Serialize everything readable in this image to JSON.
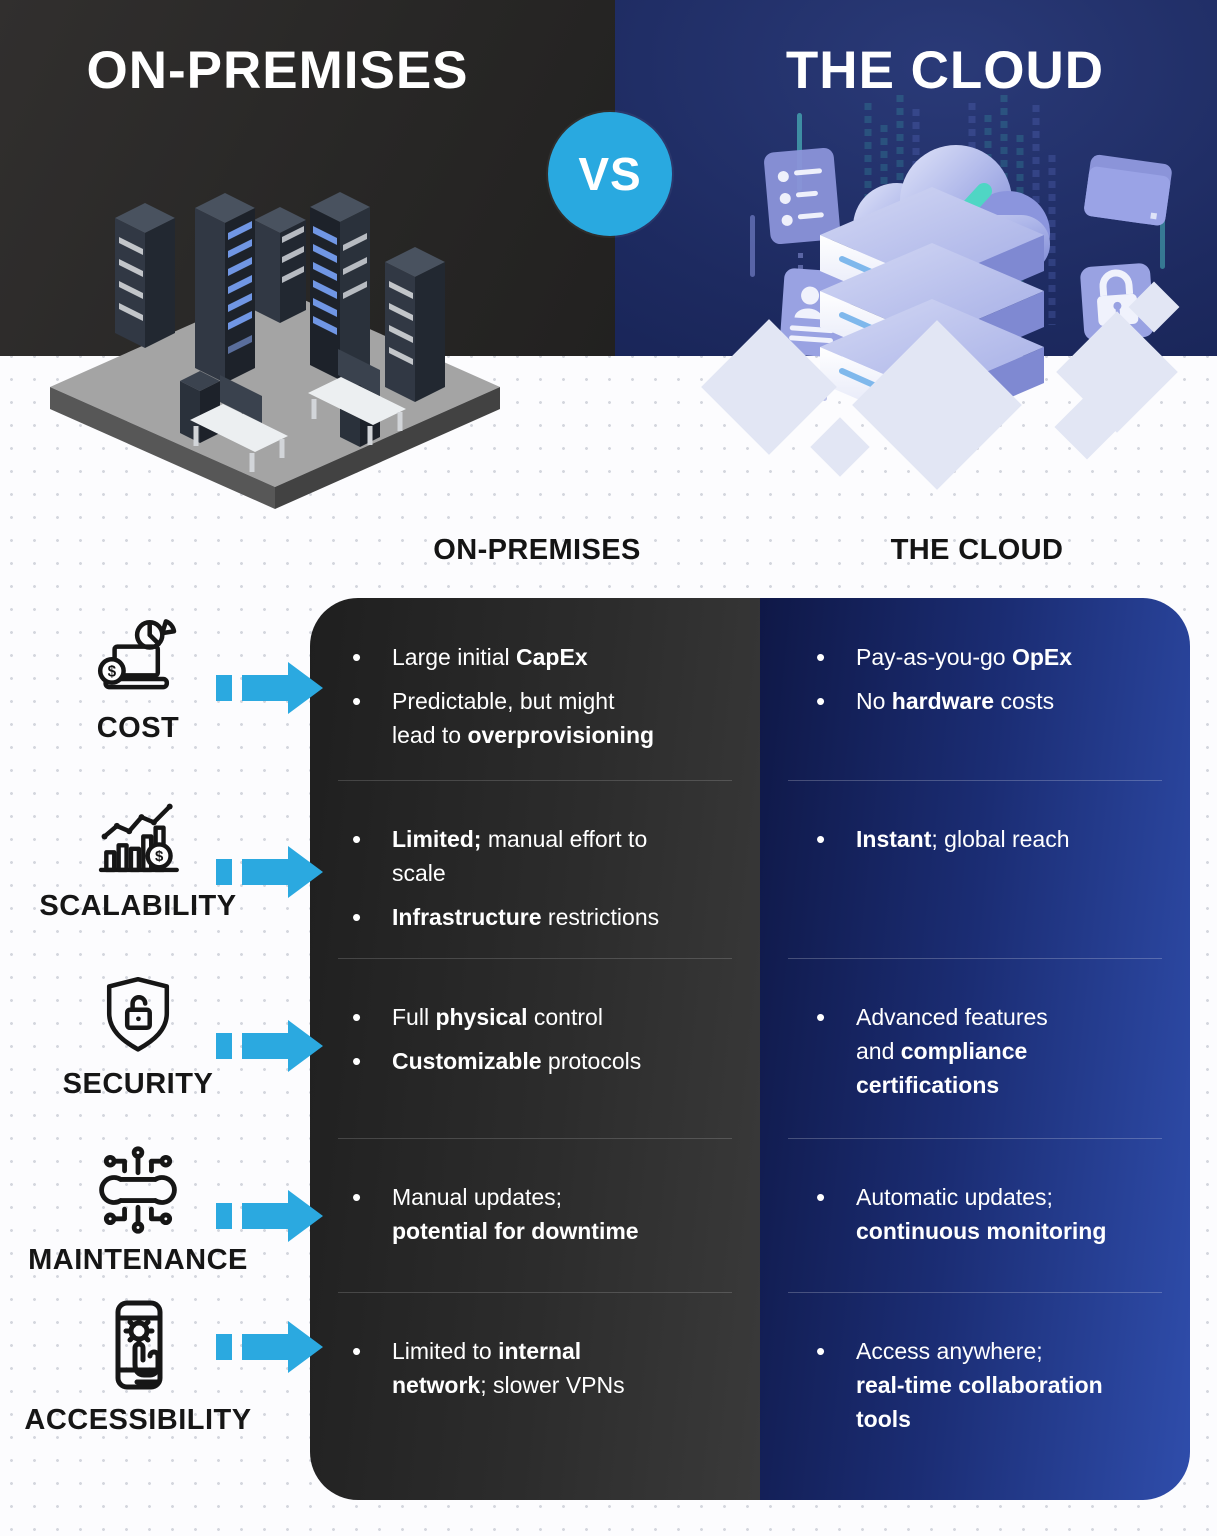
{
  "hero": {
    "left_title": "ON-PREMISES",
    "right_title": "THE CLOUD",
    "vs_label": "VS",
    "colors": {
      "left_bg": "#282726",
      "right_bg": "#1d2a60",
      "vs_circle": "#29a9e0",
      "check_teal": "#4fd6c4"
    },
    "hero_icons": [
      "server-room",
      "document-icon",
      "user-card-icon",
      "folder-icon",
      "lock-icon",
      "cloud-check-icon",
      "server-stack"
    ]
  },
  "comparison": {
    "left_header": "ON-PREMISES",
    "right_header": "THE CLOUD",
    "arrow_color": "#2ba9e0",
    "rows": [
      {
        "id": "cost",
        "label": "COST",
        "icon": "cost-icon",
        "onprem_bullets": [
          {
            "segments": [
              {
                "text": "Large initial ",
                "bold": false
              },
              {
                "text": "CapEx",
                "bold": true
              }
            ]
          },
          {
            "segments": [
              {
                "text": "Predictable, but might\nlead to ",
                "bold": false
              },
              {
                "text": "overprovisioning",
                "bold": true
              }
            ]
          }
        ],
        "cloud_bullets": [
          {
            "segments": [
              {
                "text": "Pay-as-you-go ",
                "bold": false
              },
              {
                "text": "OpEx",
                "bold": true
              }
            ]
          },
          {
            "segments": [
              {
                "text": "No ",
                "bold": false
              },
              {
                "text": "hardware",
                "bold": true
              },
              {
                "text": " costs",
                "bold": false
              }
            ]
          }
        ]
      },
      {
        "id": "scalability",
        "label": "SCALABILITY",
        "icon": "scalability-icon",
        "onprem_bullets": [
          {
            "segments": [
              {
                "text": "Limited;",
                "bold": true
              },
              {
                "text": " manual effort to\nscale",
                "bold": false
              }
            ]
          },
          {
            "segments": [
              {
                "text": "Infrastructure",
                "bold": true
              },
              {
                "text": " restrictions",
                "bold": false
              }
            ]
          }
        ],
        "cloud_bullets": [
          {
            "segments": [
              {
                "text": "Instant",
                "bold": true
              },
              {
                "text": "; global reach",
                "bold": false
              }
            ]
          }
        ]
      },
      {
        "id": "security",
        "label": "SECURITY",
        "icon": "security-icon",
        "onprem_bullets": [
          {
            "segments": [
              {
                "text": "Full ",
                "bold": false
              },
              {
                "text": "physical",
                "bold": true
              },
              {
                "text": " control",
                "bold": false
              }
            ]
          },
          {
            "segments": [
              {
                "text": "Customizable",
                "bold": true
              },
              {
                "text": " protocols",
                "bold": false
              }
            ]
          }
        ],
        "cloud_bullets": [
          {
            "segments": [
              {
                "text": "Advanced features\nand ",
                "bold": false
              },
              {
                "text": "compliance\ncertifications",
                "bold": true
              }
            ]
          }
        ]
      },
      {
        "id": "maintenance",
        "label": "MAINTENANCE",
        "icon": "maintenance-icon",
        "onprem_bullets": [
          {
            "segments": [
              {
                "text": "Manual updates;\n",
                "bold": false
              },
              {
                "text": "potential for downtime",
                "bold": true
              }
            ]
          }
        ],
        "cloud_bullets": [
          {
            "segments": [
              {
                "text": "Automatic updates;\n",
                "bold": false
              },
              {
                "text": "continuous monitoring",
                "bold": true
              }
            ]
          }
        ]
      },
      {
        "id": "accessibility",
        "label": "ACCESSIBILITY",
        "icon": "accessibility-icon",
        "onprem_bullets": [
          {
            "segments": [
              {
                "text": "Limited to ",
                "bold": false
              },
              {
                "text": "internal\nnetwork",
                "bold": true
              },
              {
                "text": "; slower VPNs",
                "bold": false
              }
            ]
          }
        ],
        "cloud_bullets": [
          {
            "segments": [
              {
                "text": "Access anywhere;\n",
                "bold": false
              },
              {
                "text": "real-time collaboration\ntools",
                "bold": true
              }
            ]
          }
        ]
      }
    ]
  }
}
